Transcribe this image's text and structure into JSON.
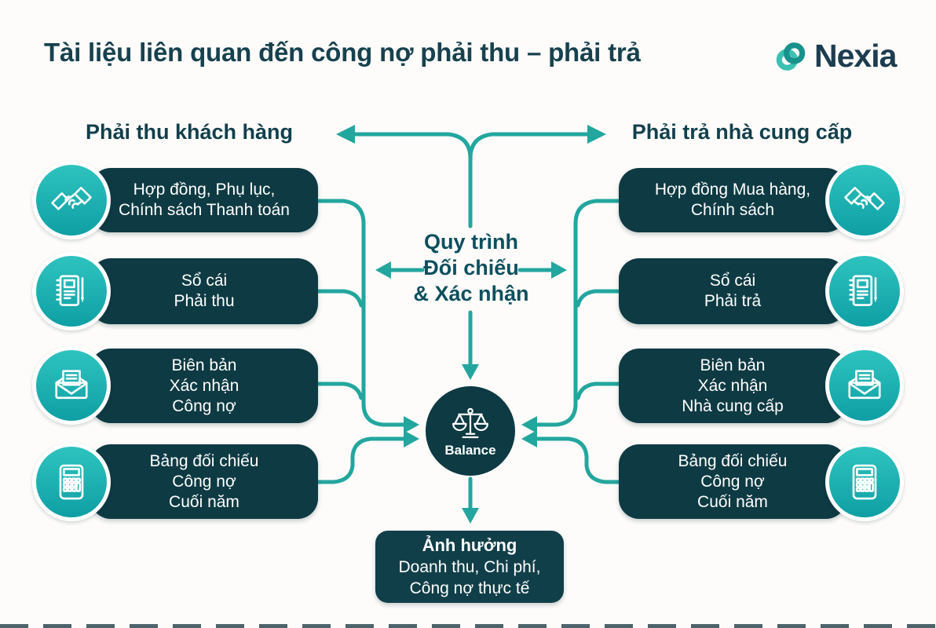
{
  "title": "Tài liệu liên quan đến công nợ phải thu – phải trả",
  "logo": {
    "text": "Nexia"
  },
  "left_column": {
    "header": "Phải thu khách hàng",
    "items": [
      {
        "icon": "handshake-icon",
        "lines": [
          "Hợp đồng, Phụ lục,",
          "Chính sách Thanh toán"
        ]
      },
      {
        "icon": "ledger-icon",
        "lines": [
          "Sổ cái",
          "Phải thu"
        ]
      },
      {
        "icon": "envelope-icon",
        "lines": [
          "Biên bản",
          "Xác nhận",
          "Công nợ"
        ]
      },
      {
        "icon": "calculator-icon",
        "lines": [
          "Bảng đối chiếu",
          "Công nợ",
          "Cuối năm"
        ]
      }
    ]
  },
  "right_column": {
    "header": "Phải trả nhà cung cấp",
    "items": [
      {
        "icon": "handshake-icon",
        "lines": [
          "Hợp đồng Mua hàng,",
          "Chính sách"
        ]
      },
      {
        "icon": "ledger-icon",
        "lines": [
          "Sổ cái",
          "Phải trả"
        ]
      },
      {
        "icon": "envelope-icon",
        "lines": [
          "Biên bản",
          "Xác nhận",
          "Nhà cung cấp"
        ]
      },
      {
        "icon": "calculator-icon",
        "lines": [
          "Bảng đối chiếu",
          "Công nợ",
          "Cuối năm"
        ]
      }
    ]
  },
  "center": {
    "process_lines": [
      "Quy trình",
      "Đối chiếu",
      "& Xác nhận"
    ],
    "balance_label": "Balance"
  },
  "impact_box": {
    "title": "Ảnh hưởng",
    "lines": [
      "Doanh thu, Chi phí,",
      "Công nợ thực tế"
    ]
  },
  "colors": {
    "accent_teal": "#23a69e",
    "dark_box": "#0e3a43",
    "circle_teal_top": "#2ec3bf",
    "circle_teal_bottom": "#0f9fa4",
    "heading": "#123f4c",
    "logo_light": "#3cc0b1",
    "logo_dark": "#17928c"
  }
}
